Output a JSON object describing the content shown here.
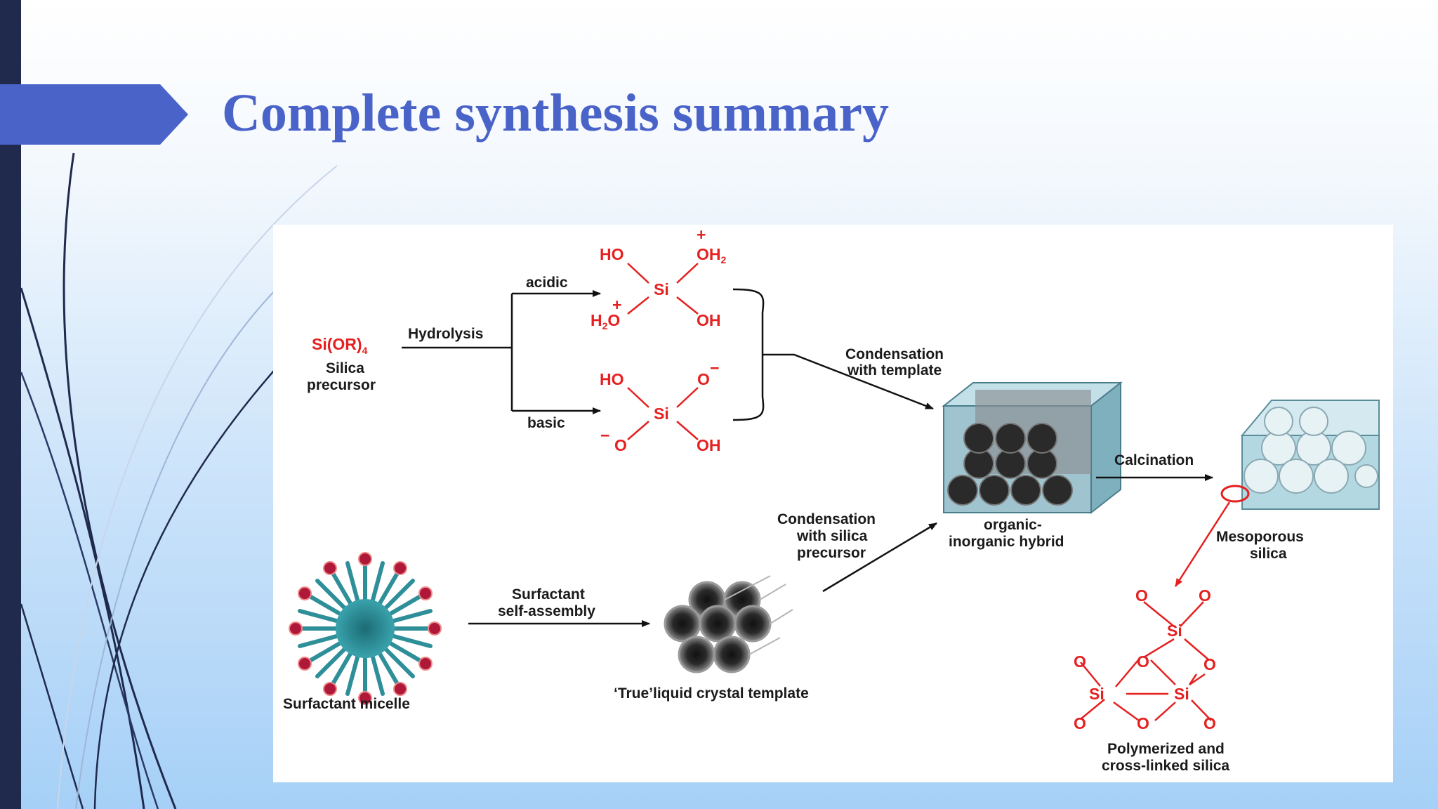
{
  "slide": {
    "title": "Complete synthesis summary"
  },
  "diagram": {
    "precursor_formula": "Si(OR)",
    "precursor_formula_sub": "4",
    "precursor_label_1": "Silica",
    "precursor_label_2": "precursor",
    "hydrolysis": "Hydrolysis",
    "acidic": "acidic",
    "basic": "basic",
    "acidic_species": {
      "ho": "HO",
      "oh2": "OH",
      "oh2_sub": "2",
      "si": "Si",
      "h2o": "H",
      "h2o_sub": "2",
      "h2o_tail": "O",
      "oh": "OH",
      "plus": "+"
    },
    "basic_species": {
      "ho": "HO",
      "o_top": "O",
      "si": "Si",
      "o_bottom": "O",
      "oh": "OH",
      "minus": "−"
    },
    "condensation_template_1": "Condensation",
    "condensation_template_2": "with template",
    "hybrid_label_1": "organic-",
    "hybrid_label_2": "inorganic hybrid",
    "calcination": "Calcination",
    "mesoporous_1": "Mesoporous",
    "mesoporous_2": "silica",
    "condensation_silica_1": "Condensation",
    "condensation_silica_2": "with silica",
    "condensation_silica_3": "precursor",
    "self_assembly_1": "Surfactant",
    "self_assembly_2": "self-assembly",
    "micelle_label": "Surfactant micelle",
    "template_label": "‘True’liquid crystal template",
    "network_si": "Si",
    "network_o": "O",
    "polymerized_1": "Polymerized and",
    "polymerized_2": "cross-linked silica"
  },
  "colors": {
    "title": "#4a63c9",
    "chem_red": "#e52020",
    "left_bar": "#1f2a4d",
    "title_arrow": "#4a63c9"
  }
}
